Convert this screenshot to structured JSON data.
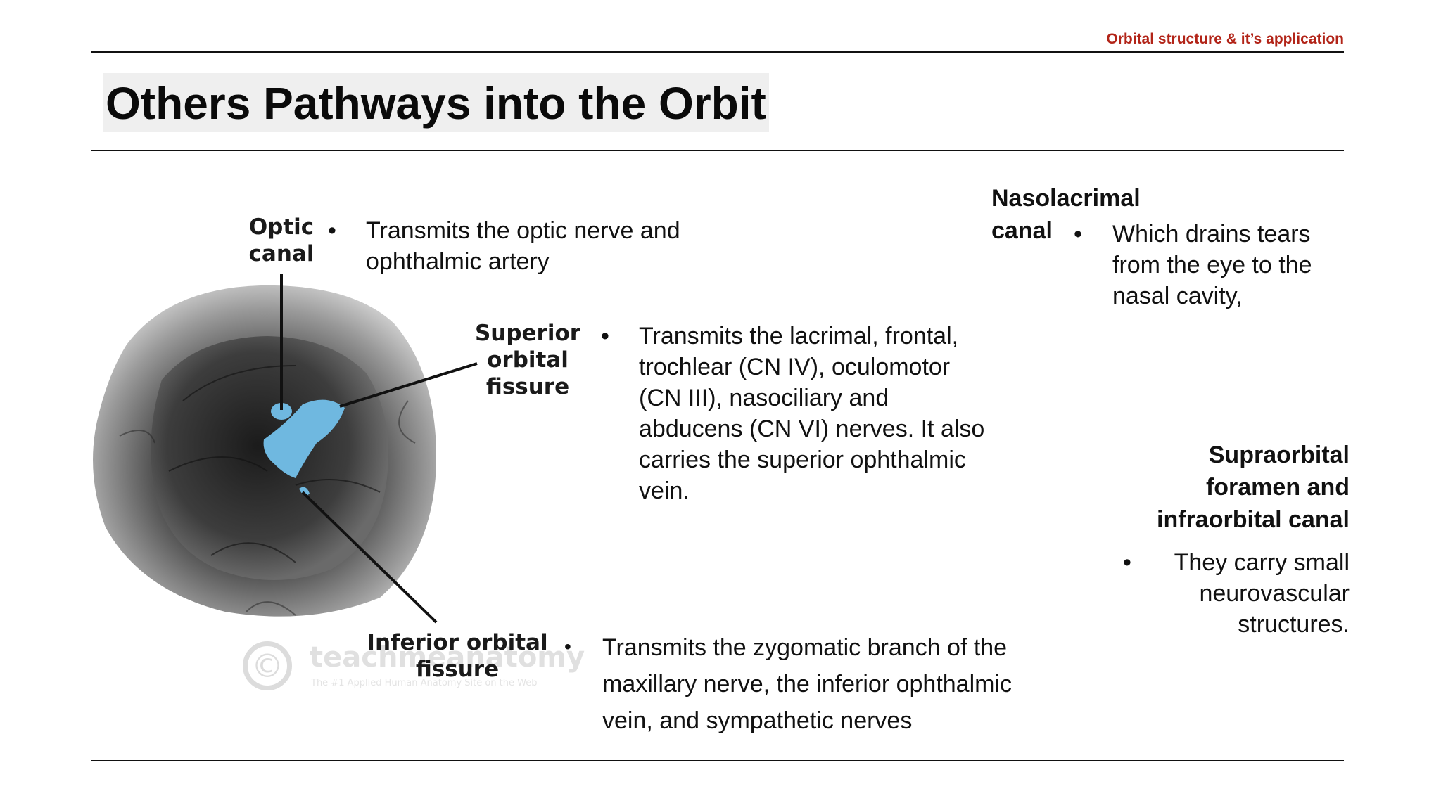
{
  "header": {
    "label": "Orbital structure & it’s application"
  },
  "title": "Others Pathways into the Orbit",
  "bullet_char": "•",
  "figure": {
    "labels": {
      "optic_line1": "Optic",
      "optic_line2": "canal",
      "sof_line1": "Superior",
      "sof_line2": "orbital",
      "sof_line3": "fissure",
      "iof_line1": "Inferior orbital",
      "iof_line2": "fissure"
    },
    "watermark": {
      "symbol": "©",
      "brand": "teachmeanatomy",
      "tagline": "The #1 Applied Human Anatomy Site on the Web"
    },
    "highlight_color": "#6fb8e0"
  },
  "optic": {
    "line1": "Transmits the optic nerve and",
    "line2": "ophthalmic artery"
  },
  "sof": {
    "lines": [
      "Transmits the lacrimal, frontal,",
      "trochlear (CN IV), oculomotor",
      "(CN III), nasociliary and",
      "abducens (CN VI) nerves. It also",
      "carries the superior ophthalmic",
      "vein."
    ]
  },
  "iof": {
    "lines": [
      "Transmits the zygomatic branch of the",
      "maxillary nerve, the inferior ophthalmic",
      "vein, and sympathetic nerves"
    ]
  },
  "nasolacrimal": {
    "heading_line1": "Nasolacrimal",
    "heading_line2": "canal",
    "lines": [
      "Which drains tears",
      "from the eye to the",
      "nasal cavity,"
    ]
  },
  "supraorbital": {
    "heading_lines": [
      "Supraorbital",
      "foramen and",
      "infraorbital canal"
    ],
    "lines": [
      "They carry small",
      "neurovascular",
      "structures."
    ]
  }
}
